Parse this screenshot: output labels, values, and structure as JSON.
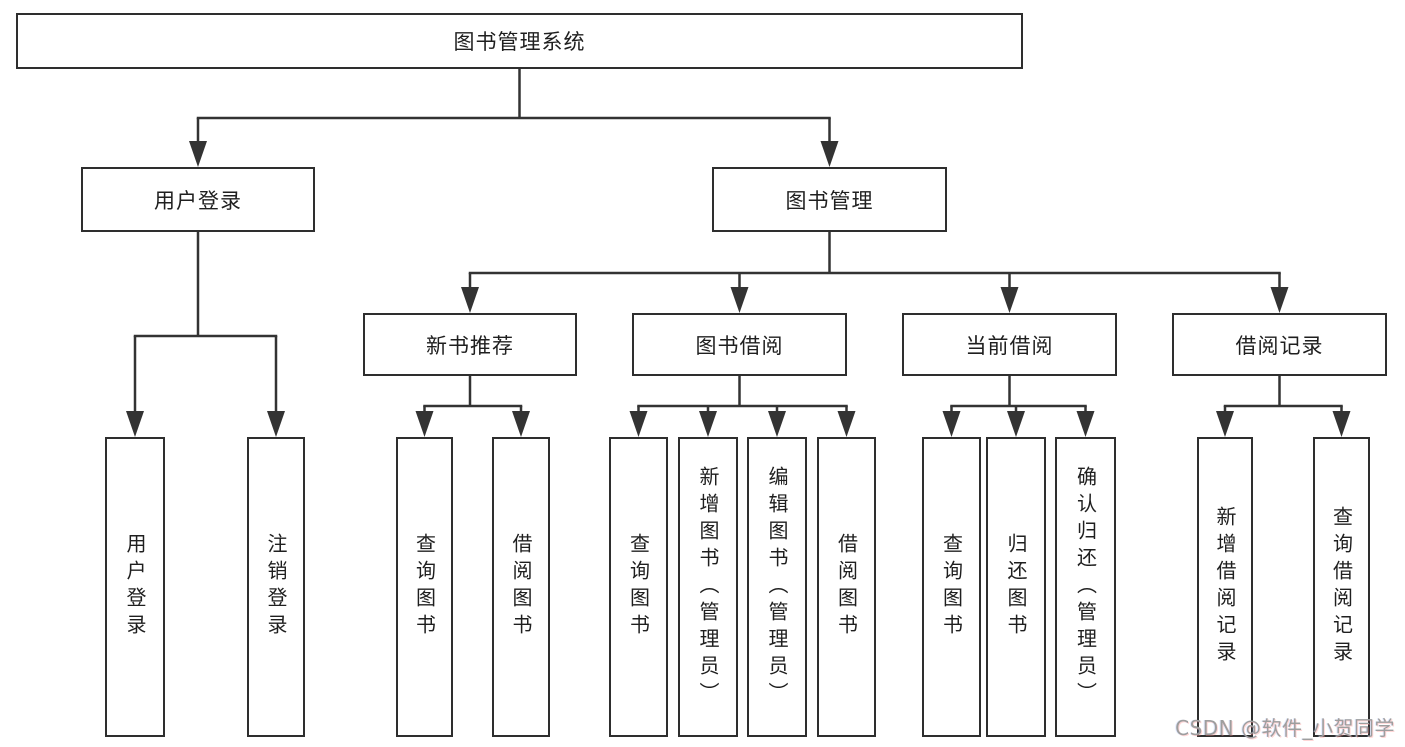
{
  "nodes": {
    "root": "图书管理系统",
    "user_login": "用户登录",
    "book_mgmt": "图书管理",
    "leaf_user_login": "用户登录",
    "leaf_logout": "注销登录",
    "new_book_rec": "新书推荐",
    "book_borrow": "图书借阅",
    "current_borrow": "当前借阅",
    "borrow_record": "借阅记录",
    "nbr_query": "查询图书",
    "nbr_borrow": "借阅图书",
    "bb_query": "查询图书",
    "bb_add": "新增图书（管理员）",
    "bb_edit": "编辑图书（管理员）",
    "bb_borrow": "借阅图书",
    "cb_query": "查询图书",
    "cb_return": "归还图书",
    "cb_confirm": "确认归还（管理员）",
    "br_add": "新增借阅记录",
    "br_query": "查询借阅记录"
  },
  "watermark": "CSDN @软件_小贺同学",
  "colors": {
    "line": "#333333",
    "border": "#2e2e2e",
    "text": "#1f1f1f",
    "watermark": "#9e9e9e"
  }
}
